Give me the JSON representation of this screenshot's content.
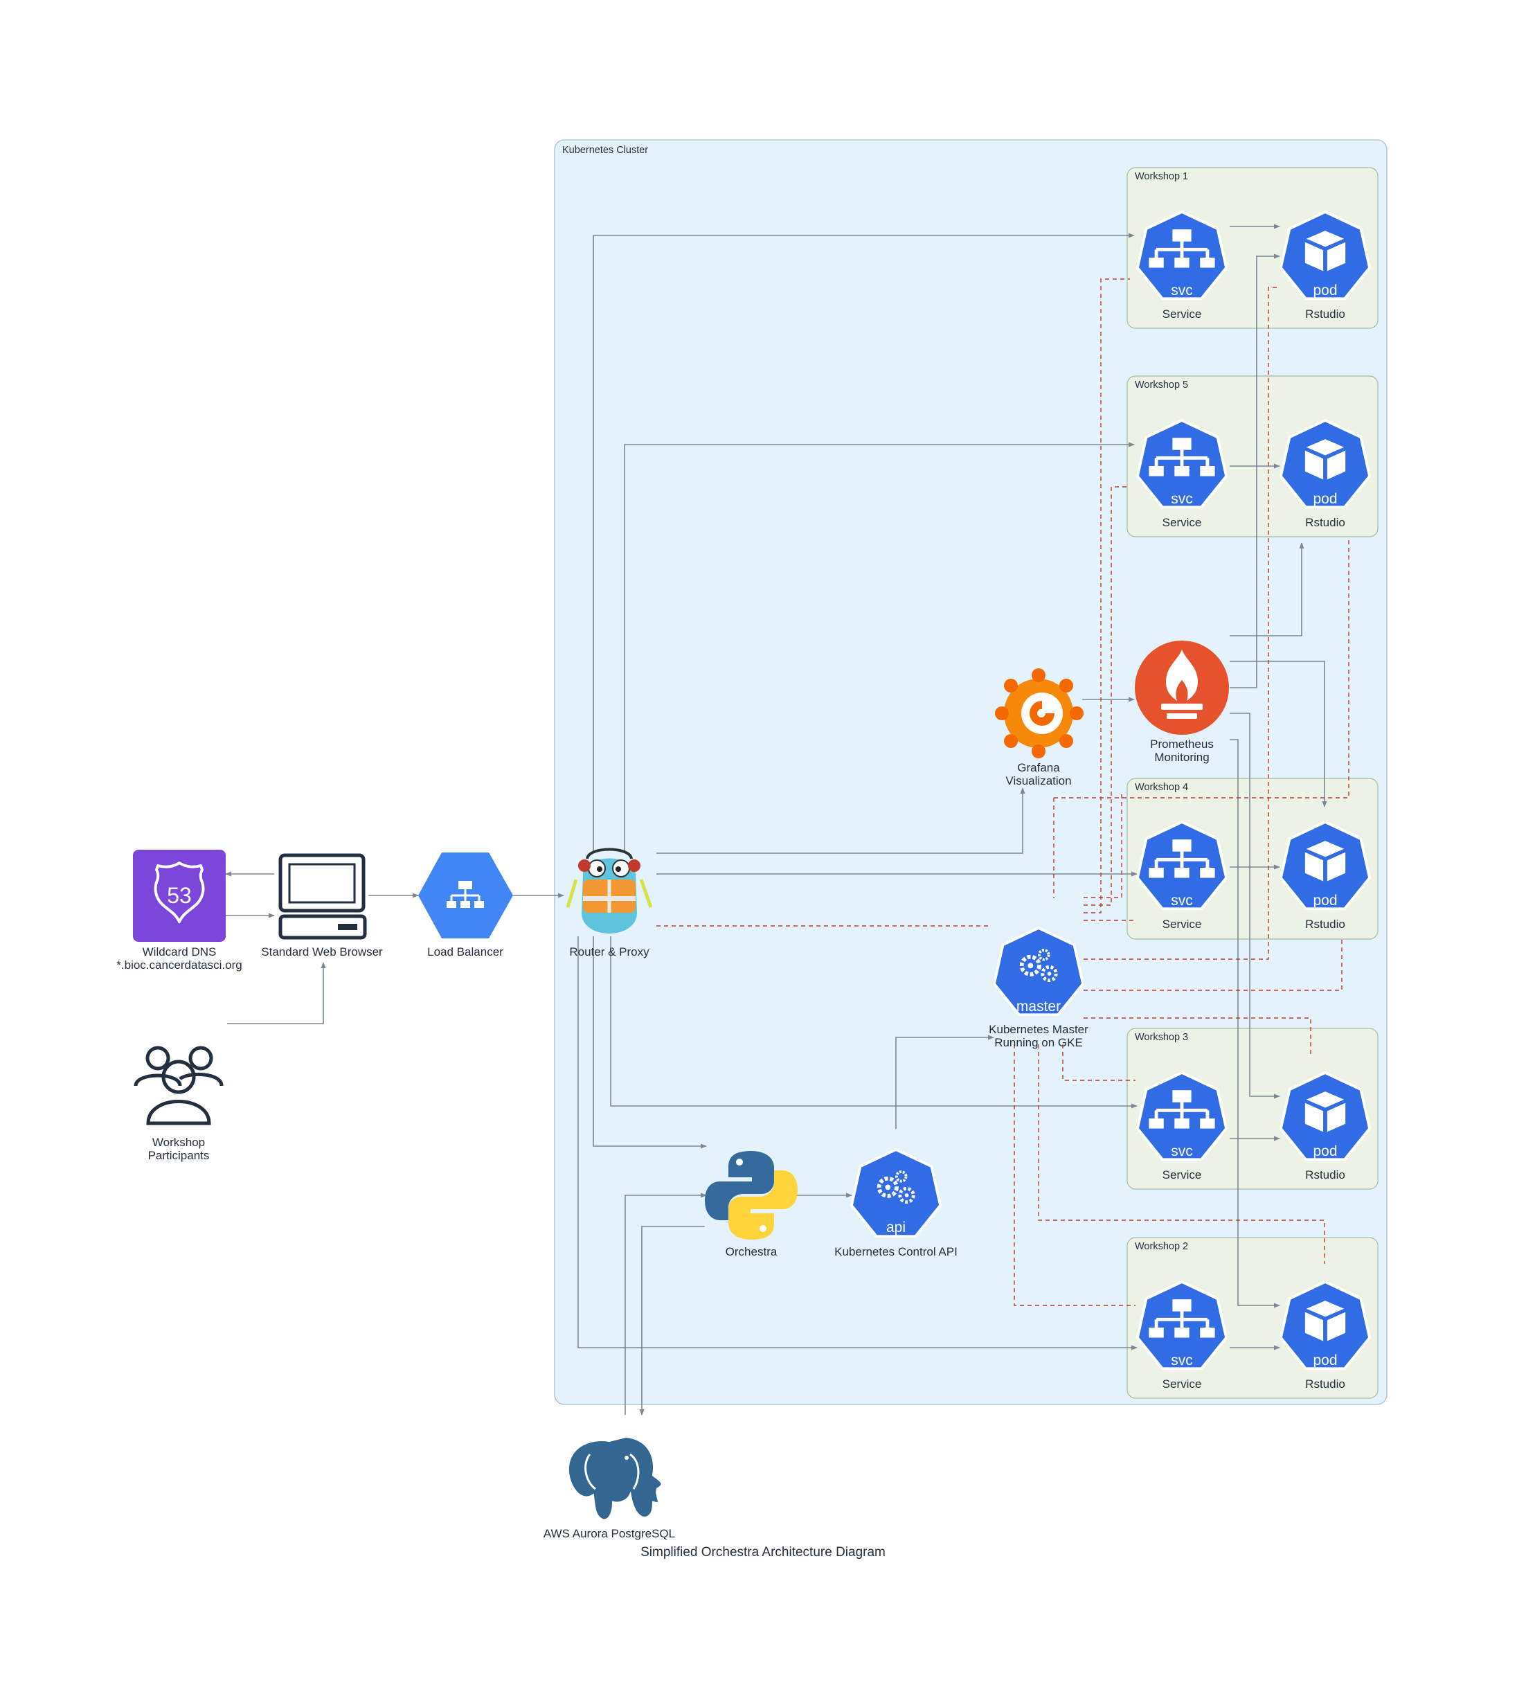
{
  "title": "Simplified Orchestra Architecture Diagram",
  "clusters": {
    "kubernetes": "Kubernetes Cluster",
    "workshop1": "Workshop 1",
    "workshop5": "Workshop 5",
    "workshop4": "Workshop 4",
    "workshop3": "Workshop 3",
    "workshop2": "Workshop 2"
  },
  "nodes": {
    "dns_l1": "Wildcard DNS",
    "dns_l2": "*.bioc.cancerdatasci.org",
    "dns_badge": "53",
    "browser": "Standard Web Browser",
    "participants_l1": "Workshop",
    "participants_l2": "Participants",
    "lb": "Load Balancer",
    "router": "Router & Proxy",
    "grafana_l1": "Grafana",
    "grafana_l2": "Visualization",
    "prom_l1": "Prometheus",
    "prom_l2": "Monitoring",
    "master_l1": "Kubernetes Master",
    "master_l2": "Running on GKE",
    "orchestra": "Orchestra",
    "api": "Kubernetes Control API",
    "postgres": "AWS Aurora PostgreSQL",
    "service": "Service",
    "rstudio": "Rstudio"
  },
  "icon_text": {
    "svc": "svc",
    "pod": "pod",
    "master": "master",
    "api": "api"
  },
  "colors": {
    "k8s_blue": "#326ce5",
    "cluster_fill": "#e3f2fb",
    "workshop_fill": "#ecf3e6",
    "route53_purple": "#7b46d9",
    "gcp_blue": "#4285f4",
    "prometheus": "#e6522c",
    "postgres": "#336791",
    "edge": "#7b8894",
    "dashed_edge": "#c0392b"
  }
}
